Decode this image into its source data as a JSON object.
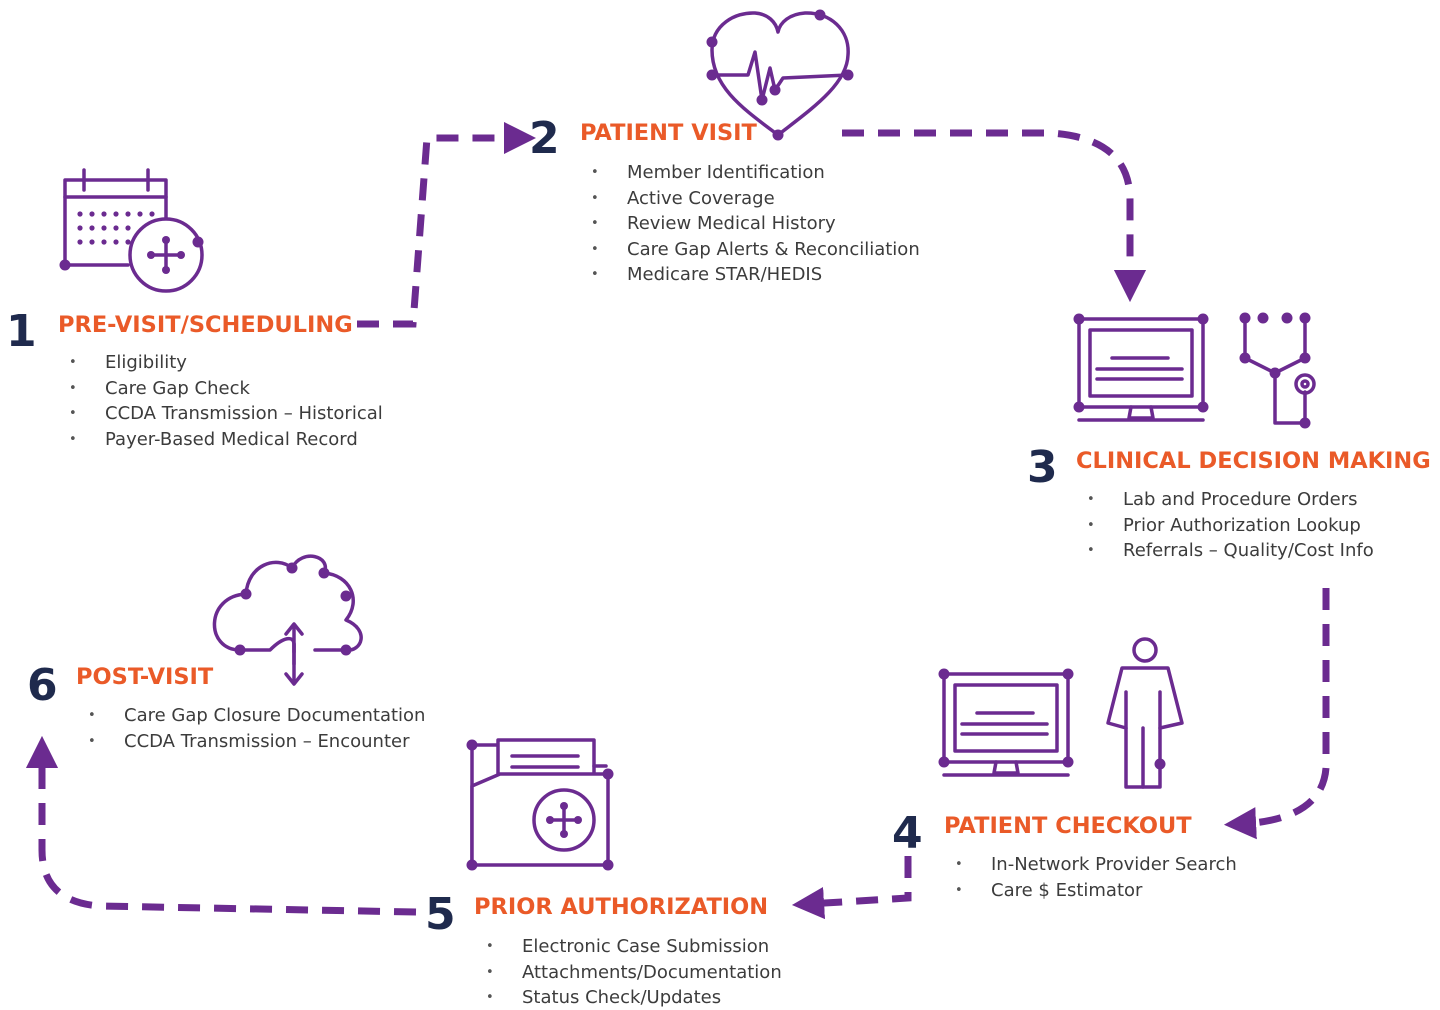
{
  "colors": {
    "purple": "#6b2b90",
    "orange": "#ea5a28",
    "navy": "#1f2a4d",
    "text": "#3c3c3c"
  },
  "icons": [
    "calendar-medical-icon",
    "heart-ekg-icon",
    "monitor-stethoscope-icon",
    "monitor-patient-icon",
    "folder-medical-icon",
    "cloud-sync-icon"
  ],
  "steps": [
    {
      "number": "1",
      "title": "PRE-VISIT/SCHEDULING",
      "bullets": [
        "Eligibility",
        "Care Gap Check",
        "CCDA Transmission – Historical",
        "Payer-Based Medical Record"
      ]
    },
    {
      "number": "2",
      "title": "PATIENT VISIT",
      "bullets": [
        "Member Identification",
        "Active Coverage",
        "Review Medical History",
        "Care Gap Alerts & Reconciliation",
        "Medicare STAR/HEDIS"
      ]
    },
    {
      "number": "3",
      "title": "CLINICAL DECISION MAKING",
      "bullets": [
        "Lab and Procedure Orders",
        "Prior Authorization Lookup",
        "Referrals – Quality/Cost Info"
      ]
    },
    {
      "number": "4",
      "title": "PATIENT CHECKOUT",
      "bullets": [
        "In-Network Provider Search",
        "Care $ Estimator"
      ]
    },
    {
      "number": "5",
      "title": "PRIOR AUTHORIZATION",
      "bullets": [
        "Electronic Case Submission",
        "Attachments/Documentation",
        "Status Check/Updates"
      ]
    },
    {
      "number": "6",
      "title": "POST-VISIT",
      "bullets": [
        "Care Gap Closure Documentation",
        "CCDA Transmission – Encounter"
      ]
    }
  ]
}
